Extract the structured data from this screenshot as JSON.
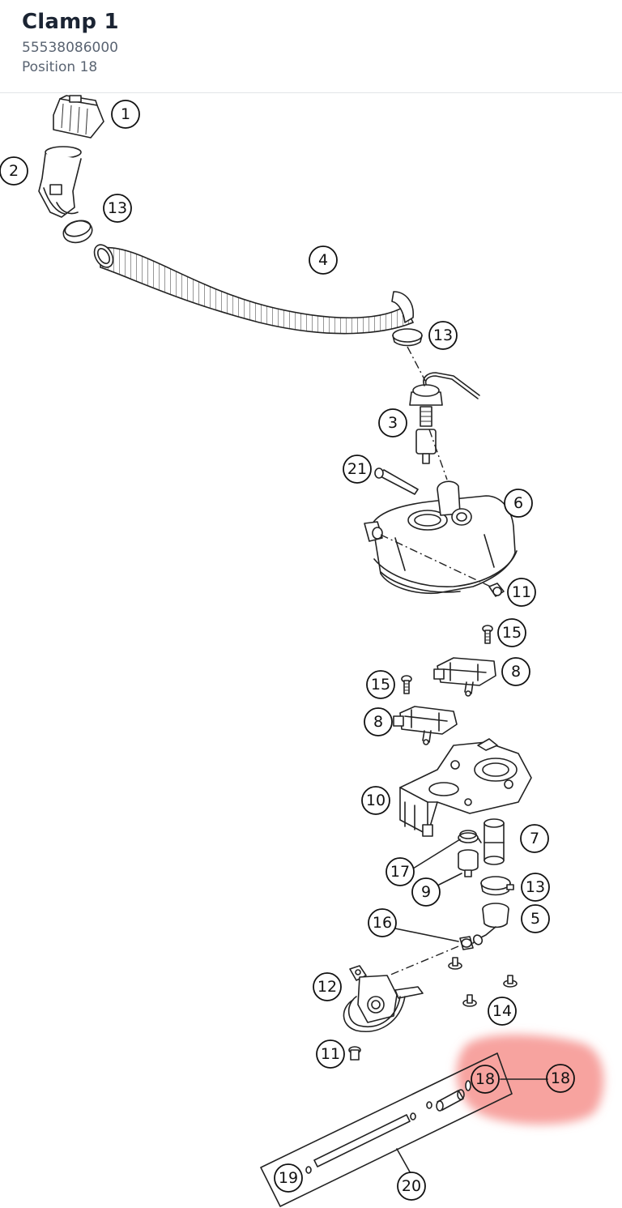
{
  "header": {
    "title": "Clamp 1",
    "part_number": "55538086000",
    "position": "Position 18"
  },
  "diagram": {
    "highlight_color": "#f47f7a",
    "highlighted_position": "18",
    "callouts": {
      "c1": "1",
      "c2": "2",
      "c13a": "13",
      "c4": "4",
      "c13b": "13",
      "c3": "3",
      "c21": "21",
      "c6": "6",
      "c11a": "11",
      "c15a": "15",
      "c8a": "8",
      "c15b": "15",
      "c8b": "8",
      "c10": "10",
      "c7": "7",
      "c17": "17",
      "c9": "9",
      "c13c": "13",
      "c5": "5",
      "c16": "16",
      "c12": "12",
      "c14": "14",
      "c11b": "11",
      "c18a": "18",
      "c18b": "18",
      "c19": "19",
      "c20": "20"
    }
  }
}
